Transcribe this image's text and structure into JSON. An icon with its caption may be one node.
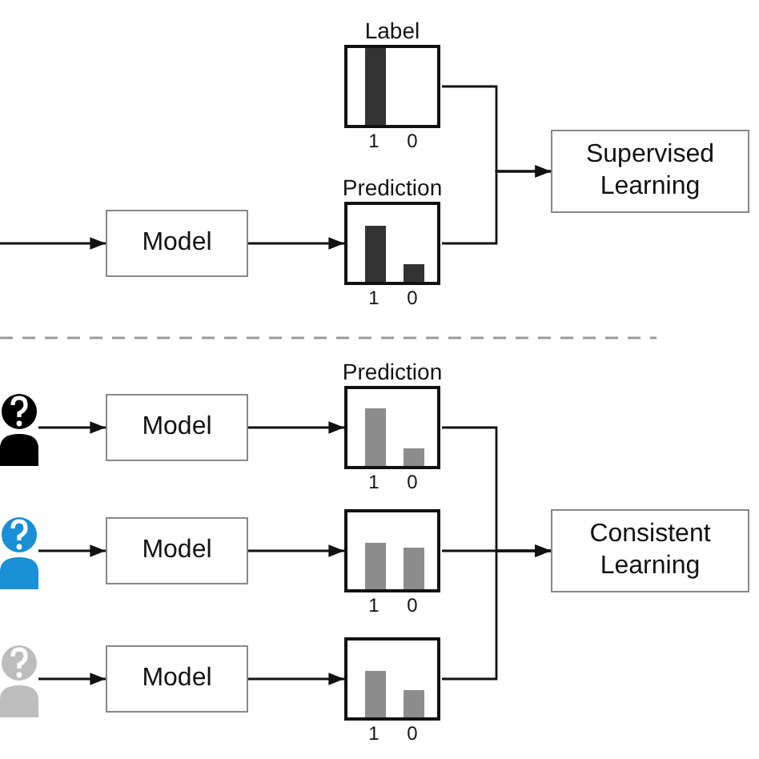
{
  "diagram": {
    "nodes": [
      {
        "text": [
          "Label"
        ],
        "beside": [
          "1",
          "0"
        ]
      },
      {
        "text": [
          "Model"
        ]
      },
      {
        "text": [
          "Prediction"
        ],
        "beside": [
          "1",
          "0"
        ]
      },
      {
        "text": [
          "Supervised Learning"
        ]
      },
      {
        "text": [],
        "shape": "person"
      },
      {
        "text": [
          "Model"
        ]
      },
      {
        "text": [
          "Prediction"
        ],
        "beside": [
          "1",
          "0"
        ]
      },
      {
        "text": [
          "Consistent Learning"
        ]
      },
      {
        "text": [],
        "shape": "person"
      },
      {
        "text": [
          "Model"
        ]
      },
      {
        "text": [],
        "shape": "chart",
        "beside": [
          "1",
          "0"
        ]
      },
      {
        "text": [],
        "shape": "person"
      },
      {
        "text": [
          "Model"
        ]
      },
      {
        "text": [],
        "shape": "chart",
        "beside": [
          "1",
          "0"
        ]
      }
    ],
    "edges": [
      {
        "from": null,
        "to": 1,
        "arrow": "to"
      },
      {
        "from": 1,
        "to": 2,
        "arrow": "to"
      },
      {
        "from": 0,
        "to": 3,
        "arrow": "to"
      },
      {
        "from": 2,
        "to": 3,
        "arrow": "to"
      },
      {
        "from": 4,
        "to": 5,
        "arrow": "to"
      },
      {
        "from": 5,
        "to": 6,
        "arrow": "to"
      },
      {
        "from": 6,
        "to": 7,
        "arrow": "to"
      },
      {
        "from": 8,
        "to": 9,
        "arrow": "to"
      },
      {
        "from": 9,
        "to": 10,
        "arrow": "to"
      },
      {
        "from": 10,
        "to": 7,
        "arrow": "to"
      },
      {
        "from": 11,
        "to": 12,
        "arrow": "to"
      },
      {
        "from": 12,
        "to": 13,
        "arrow": "to"
      },
      {
        "from": 13,
        "to": 7,
        "arrow": "to"
      }
    ]
  }
}
